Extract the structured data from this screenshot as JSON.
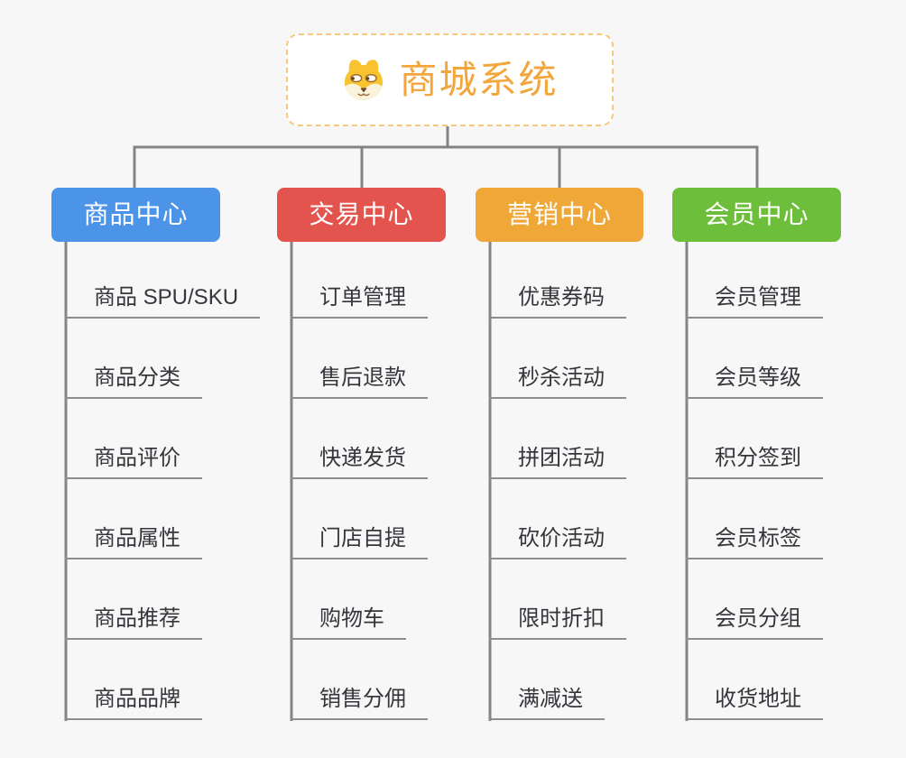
{
  "root": {
    "title": "商城系统",
    "icon": "doge-icon"
  },
  "branches": [
    {
      "name": "product-center",
      "label": "商品中心",
      "color": "#4C94E8",
      "items": [
        "商品 SPU/SKU",
        "商品分类",
        "商品评价",
        "商品属性",
        "商品推荐",
        "商品品牌"
      ]
    },
    {
      "name": "trade-center",
      "label": "交易中心",
      "color": "#E4544F",
      "items": [
        "订单管理",
        "售后退款",
        "快递发货",
        "门店自提",
        "购物车",
        "销售分佣"
      ]
    },
    {
      "name": "marketing-center",
      "label": "营销中心",
      "color": "#EFA737",
      "items": [
        "优惠券码",
        "秒杀活动",
        "拼团活动",
        "砍价活动",
        "限时折扣",
        "满减送"
      ]
    },
    {
      "name": "member-center",
      "label": "会员中心",
      "color": "#6DBE3A",
      "items": [
        "会员管理",
        "会员等级",
        "积分签到",
        "会员标签",
        "会员分组",
        "收货地址"
      ]
    }
  ],
  "colors": {
    "background": "#F7F7F7",
    "connector": "#848484",
    "underline": "#8E8E8E",
    "item_text": "#35363B",
    "root_text": "#F2A63C",
    "root_border": "#F5C97E",
    "branch_text": "#FFFFFF"
  }
}
